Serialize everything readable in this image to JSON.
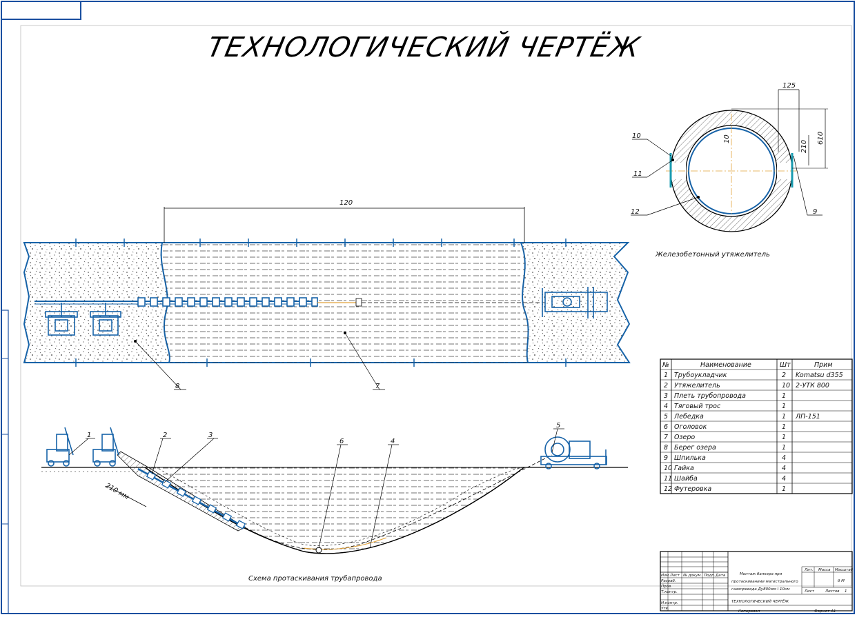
{
  "title": "ТЕХНОЛОГИЧЕСКИЙ ЧЕРТЁЖ",
  "section_caption": "Железобетонный утяжелитель",
  "scheme_caption": "Схема протаскивания трубапровода",
  "dims": {
    "span": "120",
    "ring_125": "125",
    "ring_610": "610",
    "ring_210": "210",
    "ring_10": "10",
    "slope": "210 мм"
  },
  "callouts": {
    "c1": "1",
    "c2": "2",
    "c3": "3",
    "c4": "4",
    "c5": "5",
    "c6": "6",
    "c7": "7",
    "c8": "8",
    "c9": "9",
    "c10": "10",
    "c11": "11",
    "c12": "12"
  },
  "spec_table": {
    "headers": [
      "№",
      "Наименование",
      "Шт",
      "Прим"
    ],
    "rows": [
      [
        "1",
        "Трубоукладчик",
        "2",
        "Komatsu d355"
      ],
      [
        "2",
        "Утяжелитель",
        "10",
        "2-УТК 800"
      ],
      [
        "3",
        "Плеть трубопровода",
        "1",
        ""
      ],
      [
        "4",
        "Тяговый трос",
        "1",
        ""
      ],
      [
        "5",
        "Лебедка",
        "1",
        "ЛП-151"
      ],
      [
        "6",
        "Оголовок",
        "1",
        ""
      ],
      [
        "7",
        "Озеро",
        "1",
        ""
      ],
      [
        "8",
        "Берег озера",
        "1",
        ""
      ],
      [
        "9",
        "Шпилька",
        "4",
        ""
      ],
      [
        "10",
        "Гайка",
        "4",
        ""
      ],
      [
        "11",
        "Шайба",
        "4",
        ""
      ],
      [
        "12",
        "Футеровка",
        "1",
        ""
      ]
    ]
  },
  "stamp": {
    "doc_text_1": "Монтаж балкера при",
    "doc_text_2": "протаскиваниии магистрального",
    "doc_text_3": "газопровода Ду800мм I 10км",
    "sheet_title": "ТЕХНОЛОГИЧЕСКИЙ ЧЕРТЁЖ",
    "scale": "б М",
    "lit_label": "Лит.",
    "mass_label": "Масса",
    "scale_label": "Масштаб",
    "sheet_label": "Лист",
    "sheets_label": "Листов",
    "sheets_value": "1",
    "rows_left": [
      "Изм.Лист",
      "№ докум.",
      "Подп.",
      "Дата"
    ],
    "roles": [
      "Разраб.",
      "Пров.",
      "Т.контр.",
      "Н.контр.",
      "Утв."
    ],
    "copied": "Копировал",
    "format": "Формат   А1"
  },
  "colors": {
    "frame": "#1a4fa0",
    "water_outline": "#1763a8",
    "ink": "#111111",
    "construction": "#e2a23a"
  }
}
